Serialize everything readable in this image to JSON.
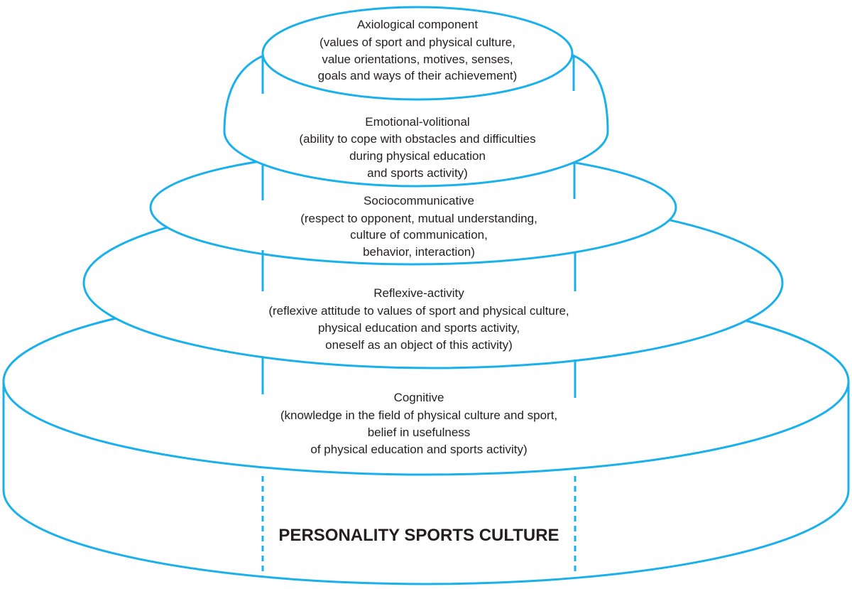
{
  "colors": {
    "stroke": "#1ab0ec",
    "text": "#231f20"
  },
  "title": "PERSONALITY SPORTS CULTURE",
  "layers": [
    {
      "name": "Axiological component",
      "lines": [
        "(values of sport and physical culture,",
        "value orientations, motives, senses,",
        "goals and ways of their achievement)"
      ]
    },
    {
      "name": "Emotional-volitional",
      "lines": [
        "(ability to cope with obstacles and difficulties",
        "during physical education",
        "and sports activity)"
      ]
    },
    {
      "name": "Sociocommunicative",
      "lines": [
        "(respect to opponent, mutual understanding,",
        "culture of communication,",
        "behavior, interaction)"
      ]
    },
    {
      "name": "Reflexive-activity",
      "lines": [
        "(reflexive attitude to values of sport and physical culture,",
        "physical education and sports activity,",
        "oneself as an object of this activity)"
      ]
    },
    {
      "name": "Cognitive",
      "lines": [
        "(knowledge in the field of physical culture and sport,",
        "belief in usefulness",
        "of physical education and sports activity)"
      ]
    }
  ]
}
